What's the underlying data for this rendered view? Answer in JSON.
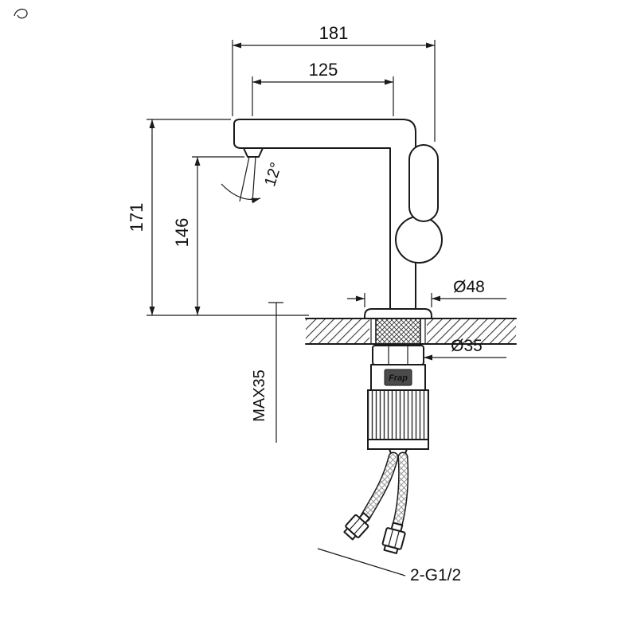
{
  "drawing": {
    "brand": "Frap",
    "ink": "#1a1a1a",
    "dims": {
      "reach_total": "181",
      "reach_spout": "125",
      "height_total": "171",
      "height_spout": "146",
      "angle": "12°",
      "base_dia": "Ø48",
      "shank_dia": "Ø35",
      "max_thickness": "MAX35",
      "connection": "2-G1/2"
    }
  }
}
